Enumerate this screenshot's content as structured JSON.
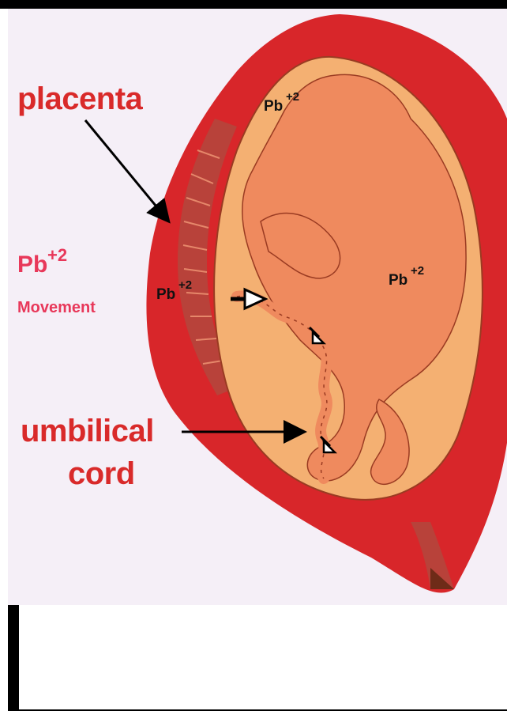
{
  "labels": {
    "placenta": "placenta",
    "pb_main": "Pb",
    "pb_charge": "+2",
    "movement": "Movement",
    "umbilical": "umbilical",
    "cord": "cord",
    "pb_head": "Pb",
    "pb_head_charge": "+2",
    "pb_body": "Pb",
    "pb_body_charge": "+2",
    "pb_placenta": "Pb",
    "pb_placenta_charge": "+2"
  },
  "colors": {
    "panel_background": "#f5eff7",
    "uterus_wall": "#d8262a",
    "amniotic_fluid": "#f4b072",
    "fetus": "#ef8a5e",
    "placenta": "#b8423a",
    "label_red": "#d92a2a",
    "label_pink": "#e8385a"
  }
}
